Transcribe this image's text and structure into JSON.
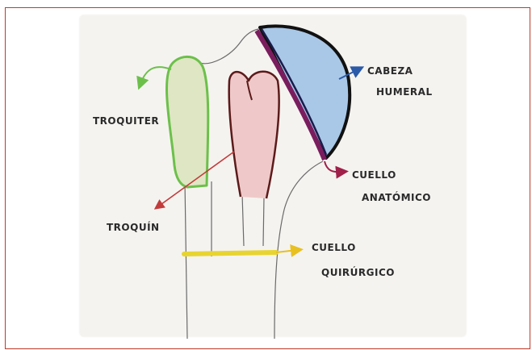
{
  "labels": {
    "troquiter": "TROQUITER",
    "troquin": "TROQUÍN",
    "cabeza_line1": "CABEZA",
    "cabeza_line2": "HUMERAL",
    "cuello_anat_line1": "CUELLO",
    "cuello_anat_line2": "ANATÓMICO",
    "cuello_quir_line1": "CUELLO",
    "cuello_quir_line2": "QUIRÚRGICO"
  },
  "colors": {
    "frame_border": "#c0392b",
    "troquiter": "#6cc04a",
    "troquin": "#e07a7a",
    "cabeza_fill": "#a9c8e8",
    "cabeza_outline": "#111111",
    "cuello_anatomico": "#7a1d5e",
    "cuello_quirurgico": "#e8d431",
    "arrow_blue": "#2a5aa8"
  }
}
